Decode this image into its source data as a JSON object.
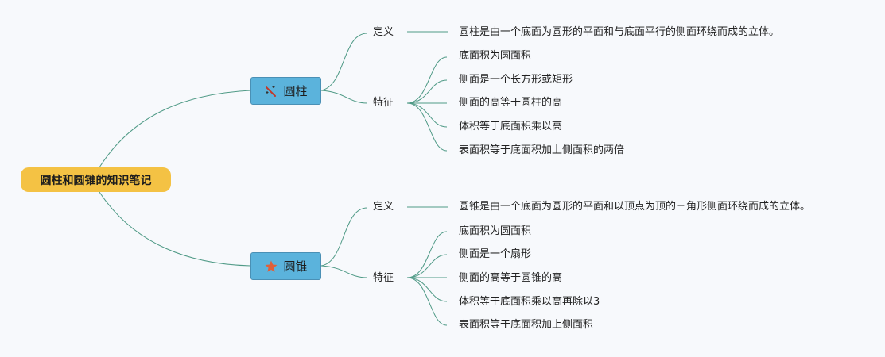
{
  "root": {
    "title": "圆柱和圆锥的知识笔记"
  },
  "branches": [
    {
      "title": "圆柱",
      "icon": "magic-wand-icon",
      "definition": {
        "label": "定义",
        "text": "圆柱是由一个底面为圆形的平面和与底面平行的侧面环绕而成的立体。"
      },
      "features": {
        "label": "特征",
        "items": [
          "底面积为圆面积",
          "侧面是一个长方形或矩形",
          "侧面的高等于圆柱的高",
          "体积等于底面积乘以高",
          "表面积等于底面积加上侧面积的两倍"
        ]
      }
    },
    {
      "title": "圆锥",
      "icon": "star-icon",
      "definition": {
        "label": "定义",
        "text": "圆锥是由一个底面为圆形的平面和以顶点为顶的三角形侧面环绕而成的立体。"
      },
      "features": {
        "label": "特征",
        "items": [
          "底面积为圆面积",
          "侧面是一个扇形",
          "侧面的高等于圆锥的高",
          "体积等于底面积乘以高再除以3",
          "表面积等于底面积加上侧面积"
        ]
      }
    }
  ],
  "colors": {
    "root": "#f4c244",
    "branch": "#5bb3dc",
    "line": "#4f9a86",
    "icon": "#e0603a"
  }
}
